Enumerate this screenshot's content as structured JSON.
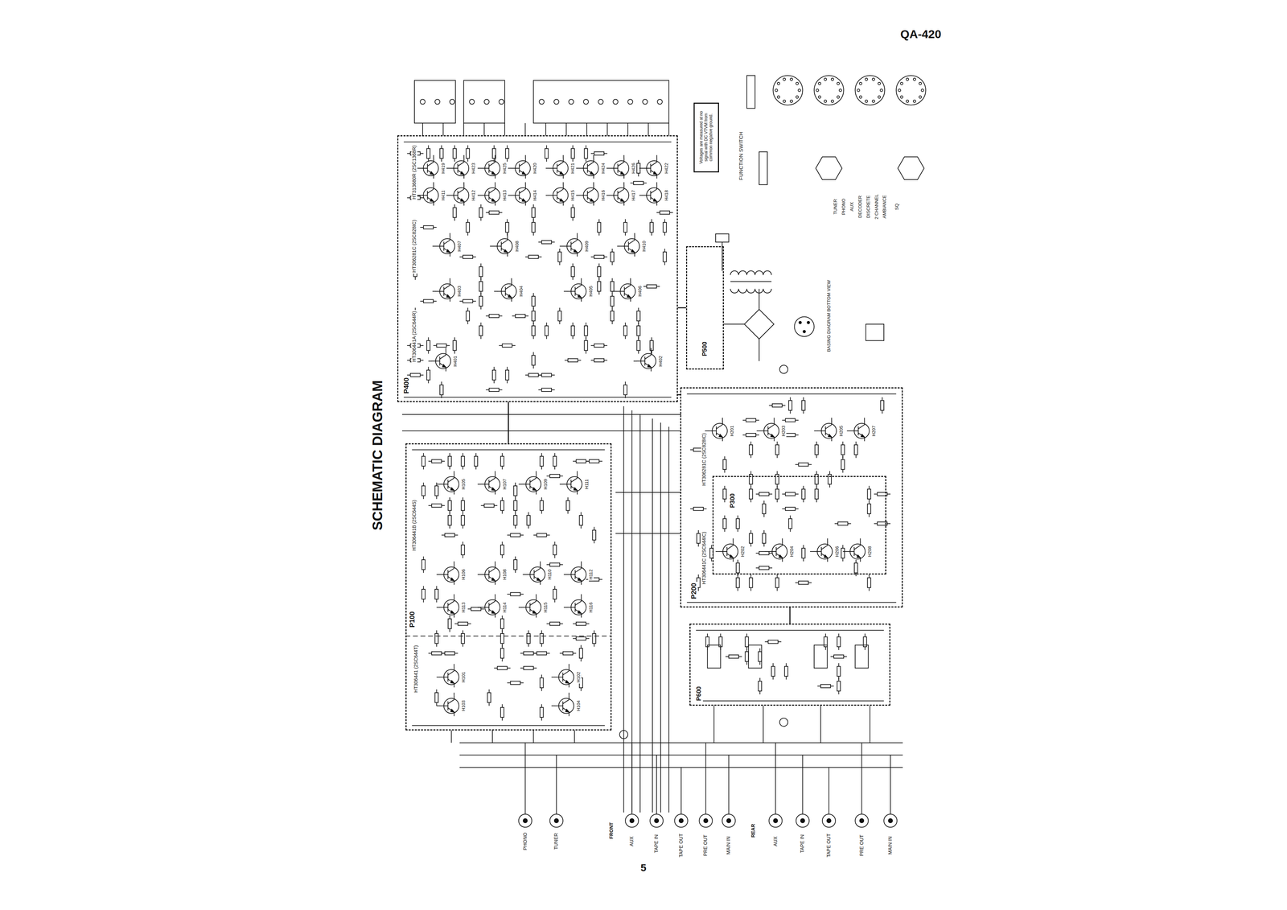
{
  "diagram": {
    "title": "SCHEMATIC DIAGRAM",
    "nodes": [
      {
        "text": [
          "P400"
        ]
      },
      {
        "text": [
          "P500"
        ]
      },
      {
        "text": [
          "Voltages are measured at no signal with DC VTVM from common negative ground."
        ]
      },
      {
        "text": [
          "P100"
        ]
      },
      {
        "text": [
          "P200"
        ]
      },
      {
        "text": [
          "P300"
        ],
        "in": 4
      },
      {
        "text": [
          "P600"
        ]
      }
    ],
    "edges": [
      {
        "from": 3,
        "to": 0,
        "arrow": "none"
      },
      {
        "from": 4,
        "to": 0,
        "arrow": "none"
      },
      {
        "from": 6,
        "to": 4,
        "arrow": "none"
      },
      {
        "from": 1,
        "to": 0,
        "arrow": "none"
      }
    ],
    "labels": [
      "QA-420",
      "5",
      "FUNCTION SWITCH",
      "TUNER",
      "PHONO",
      "AUX",
      "DECODER",
      "DISCRETE",
      "2 CHANNEL",
      "AMBIANCE",
      "SQ",
      "BASING DIAGRAM BOTTOM VIEW",
      "HT313680R (2SC1368R)",
      "HT306281C (2SC828IC)",
      "HT306441A (2SC644R)",
      "HT306441B (2SC644S)",
      "HT306441 (2SC644T)",
      "HT306281C (2SC828IC)",
      "HT306441C (2SC644IC)",
      "PHONO",
      "TUNER",
      "FRONT",
      "AUX",
      "TAPE IN",
      "TAPE OUT",
      "PRE OUT",
      "MAIN IN",
      "REAR",
      "AUX",
      "TAPE IN",
      "TAPE OUT",
      "PRE OUT",
      "MAIN IN",
      "H401",
      "H402",
      "H403",
      "H404",
      "H405",
      "H406",
      "H407",
      "H408",
      "H409",
      "H410",
      "H411",
      "H412",
      "H413",
      "H414",
      "H415",
      "H416",
      "H417",
      "H418",
      "H419",
      "H423",
      "H425",
      "H420",
      "H421",
      "H424",
      "H426",
      "H422",
      "H105",
      "H107",
      "H109",
      "H111",
      "H106",
      "H108",
      "H110",
      "H112",
      "H113",
      "H114",
      "H115",
      "H116",
      "H101",
      "H103",
      "H102",
      "H104",
      "H201",
      "H203",
      "H205",
      "H207",
      "H202",
      "H204",
      "H206",
      "H208"
    ]
  }
}
